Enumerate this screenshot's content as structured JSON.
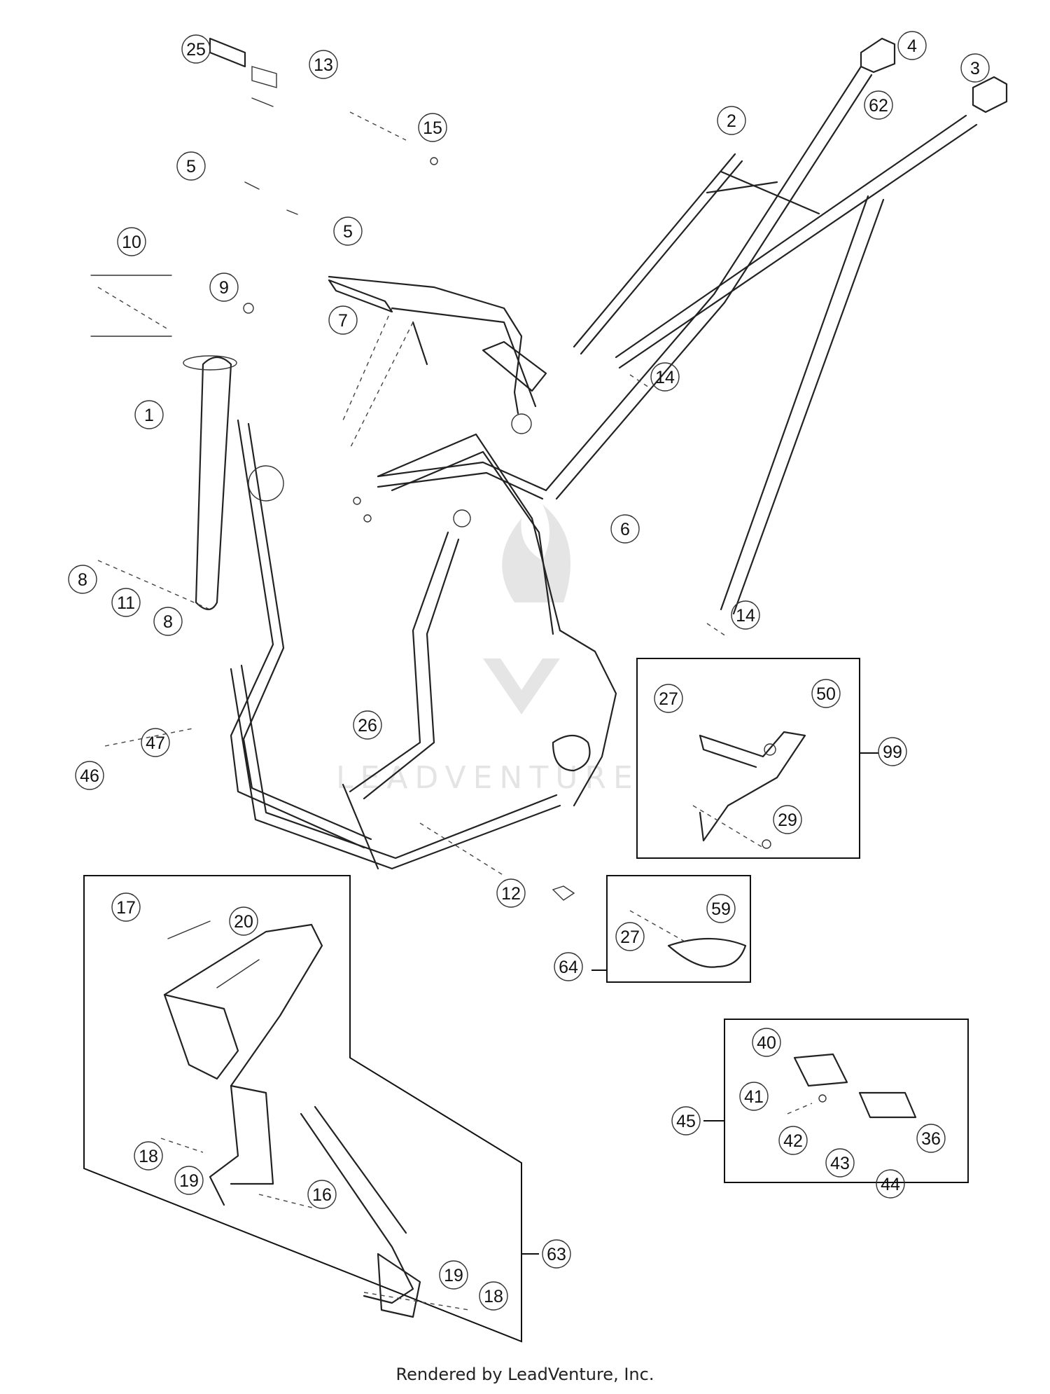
{
  "callouts": [
    {
      "label": "25"
    },
    {
      "label": "13"
    },
    {
      "label": "15"
    },
    {
      "label": "5"
    },
    {
      "label": "5"
    },
    {
      "label": "10"
    },
    {
      "label": "9"
    },
    {
      "label": "7"
    },
    {
      "label": "1"
    },
    {
      "label": "4"
    },
    {
      "label": "3"
    },
    {
      "label": "62"
    },
    {
      "label": "2"
    },
    {
      "label": "14"
    },
    {
      "label": "6"
    },
    {
      "label": "14"
    },
    {
      "label": "8"
    },
    {
      "label": "11"
    },
    {
      "label": "8"
    },
    {
      "label": "47"
    },
    {
      "label": "46"
    },
    {
      "label": "26"
    },
    {
      "label": "27"
    },
    {
      "label": "50"
    },
    {
      "label": "99"
    },
    {
      "label": "29"
    },
    {
      "label": "12"
    },
    {
      "label": "17"
    },
    {
      "label": "20"
    },
    {
      "label": "59"
    },
    {
      "label": "27"
    },
    {
      "label": "64"
    },
    {
      "label": "40"
    },
    {
      "label": "41"
    },
    {
      "label": "36"
    },
    {
      "label": "42"
    },
    {
      "label": "43"
    },
    {
      "label": "44"
    },
    {
      "label": "45"
    },
    {
      "label": "18"
    },
    {
      "label": "19"
    },
    {
      "label": "16"
    },
    {
      "label": "63"
    },
    {
      "label": "19"
    },
    {
      "label": "18"
    }
  ],
  "footer": "Rendered by LeadVenture, Inc."
}
